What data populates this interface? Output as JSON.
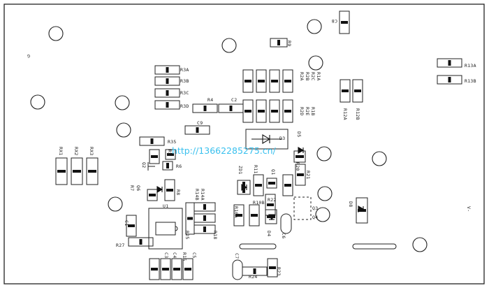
{
  "watermark": "http://13662285275.cn/",
  "labels": {
    "C8": "C8",
    "C9": "C9",
    "R9": "R9",
    "G": "G",
    "R13A": "R13A",
    "R13B": "R13B",
    "R3A": "R3A",
    "R3B": "R3B",
    "R3C": "R3C",
    "R3D": "R3D",
    "R4": "R4",
    "C2": "C2",
    "R2A": "R2A",
    "R2B": "R2B",
    "R2C": "R2C",
    "R1A": "R1A",
    "R2D": "R2D",
    "R2E": "R2E",
    "R1B": "R1B",
    "R12A": "R12A",
    "R12B": "R12B",
    "D3": "D3",
    "D5": "D5",
    "R35": "R35",
    "R5": "R5",
    "RX1": "RX1",
    "RX2": "RX2",
    "RX3": "RX3",
    "Q2": "Q2",
    "R6": "R6",
    "R7": "R7",
    "Q6": "Q6",
    "R8": "R8",
    "ZD1": "ZD1",
    "R11": "R11",
    "Q1": "Q1",
    "R20": "R20",
    "R21": "R21",
    "R14B": "R14B",
    "R14A": "R14A",
    "U1": "U1",
    "R22": "R22",
    "R10B": "R10B",
    "R10A": "R10A",
    "Q3": "Q3",
    "Q4": "Q4",
    "D8": "D8",
    "VMINUS": "V-",
    "C1": "C1",
    "R27": "R27",
    "R25": "R25",
    "R18": "R18",
    "D4": "D4",
    "C6": "C6",
    "C3": "C3",
    "C4": "C4",
    "R15": "R15",
    "C5": "C5",
    "C7": "C7",
    "R24": "R24",
    "R23": "R23"
  }
}
